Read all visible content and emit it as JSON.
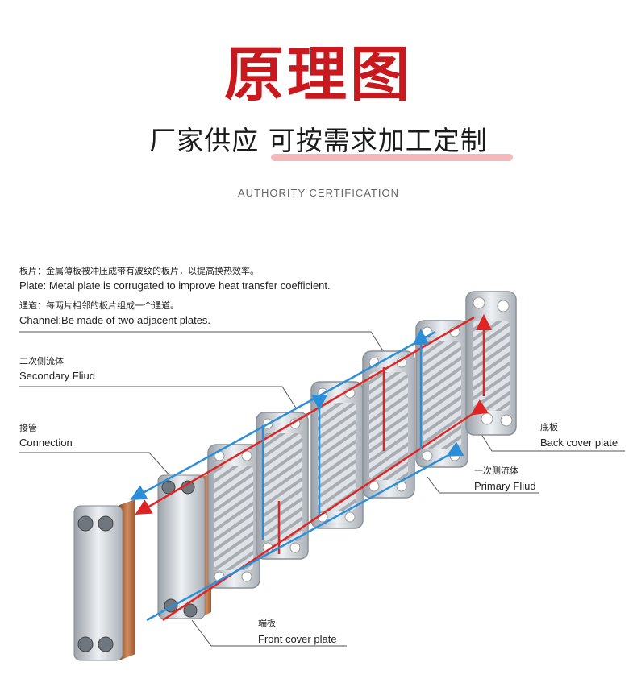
{
  "header": {
    "title": "原理图",
    "subtitle": "厂家供应 可按需求加工定制",
    "certification": "AUTHORITY CERTIFICATION"
  },
  "labels": {
    "plate_zh": "板片：金属薄板被冲压成带有波纹的板片，以提高换热效率。",
    "plate_en": "Plate: Metal plate is corrugated to improve heat transfer coefficient.",
    "channel_zh": "通道：每两片相邻的板片组成一个通道。",
    "channel_en": "Channel:Be made of two adjacent plates.",
    "secondary_zh": "二次侧流体",
    "secondary_en": "Secondary Fliud",
    "connection_zh": "接管",
    "connection_en": "Connection",
    "back_zh": "底板",
    "back_en": "Back cover plate",
    "primary_zh": "一次侧流体",
    "primary_en": "Primary Fliud",
    "front_zh": "端板",
    "front_en": "Front cover plate"
  },
  "colors": {
    "title_red": "#c8191f",
    "hot_flow": "#e02424",
    "cold_flow": "#2a8fd8",
    "copper": "#b5683a",
    "steel": "#c9ced4"
  }
}
